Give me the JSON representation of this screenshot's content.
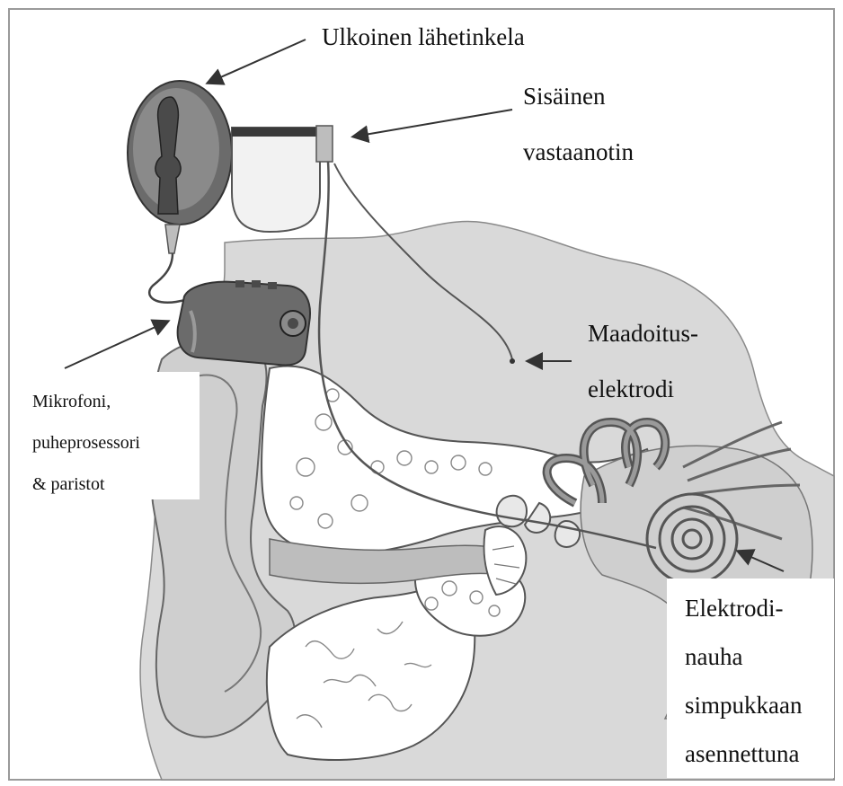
{
  "labels": {
    "external_coil": "Ulkoinen lähetinkela",
    "internal_receiver_line1": "Sisäinen",
    "internal_receiver_line2": "vastaanotin",
    "ground_electrode_line1": "Maadoitus-",
    "ground_electrode_line2": "elektrodi",
    "processor_line1": "Mikrofoni,",
    "processor_line2": "puheprosessori",
    "processor_line3": "& paristot",
    "electrode_array_line1": "Elektrodi-",
    "electrode_array_line2": "nauha",
    "electrode_array_line3": "simpukkaan",
    "electrode_array_line4": "asennettuna"
  },
  "colors": {
    "tissue": "#d9d9d9",
    "tissue_dark": "#c4c4c4",
    "bone": "#ffffff",
    "outline": "#444444",
    "device": "#6b6b6b",
    "device_dark": "#4a4a4a"
  },
  "icons": [
    "external-coil-icon",
    "receiver-implant-icon",
    "speech-processor-icon",
    "cochlea-icon"
  ]
}
